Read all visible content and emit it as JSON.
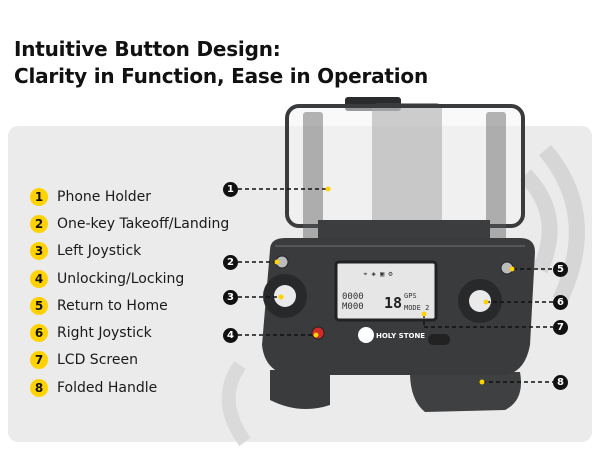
{
  "title": {
    "line1": "Intuitive Button Design:",
    "line2": "Clarity in Function, Ease in Operation"
  },
  "legend": [
    {
      "number": "1",
      "label": "Phone Holder"
    },
    {
      "number": "2",
      "label": "One-key Takeoff/Landing"
    },
    {
      "number": "3",
      "label": "Left Joystick"
    },
    {
      "number": "4",
      "label": "Unlocking/Locking"
    },
    {
      "number": "5",
      "label": "Return to Home"
    },
    {
      "number": "6",
      "label": "Right Joystick"
    },
    {
      "number": "7",
      "label": "LCD Screen"
    },
    {
      "number": "8",
      "label": "Folded Handle"
    }
  ],
  "callouts": [
    "1",
    "2",
    "3",
    "4",
    "5",
    "6",
    "7",
    "8"
  ],
  "controller": {
    "logo": "HOLY STONE",
    "lcd": {
      "left_top": "0000",
      "left_bottom": "M000",
      "center": "18",
      "right_top": "GPS",
      "right_bottom": "MODE 2"
    }
  },
  "colors": {
    "accent": "#ffd200",
    "panel": "#ebebeb",
    "controller": "#3a3b3d",
    "badge": "#111111"
  }
}
